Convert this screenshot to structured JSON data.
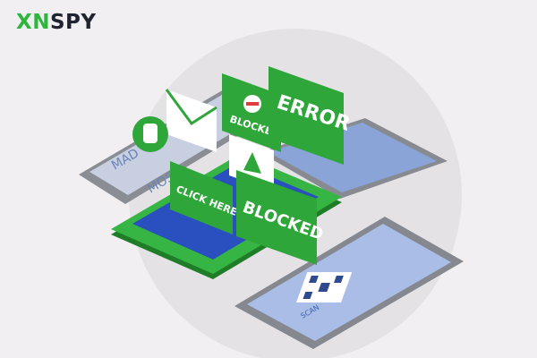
{
  "brand": {
    "prefix": "XN",
    "suffix": "SPY",
    "accent": "#2db53c"
  },
  "illustration": {
    "error_label": "ERROR",
    "blocked_small_label": "BLOCKED",
    "blocked_large_label": "BLOCKED",
    "click_here_label": "CLICK HERE",
    "madmos_label": "MAD",
    "madmos_label2": "MOS",
    "qr_caption": "SCAN",
    "icons": [
      "hand-stop-icon",
      "envelope-icon",
      "no-entry-icon",
      "warning-icon",
      "qr-code-icon"
    ],
    "colors": {
      "green": "#2fa63a",
      "dark_green": "#1f7c27",
      "screen_blue": "#2f55c8",
      "device_gray": "#8d9096"
    }
  }
}
